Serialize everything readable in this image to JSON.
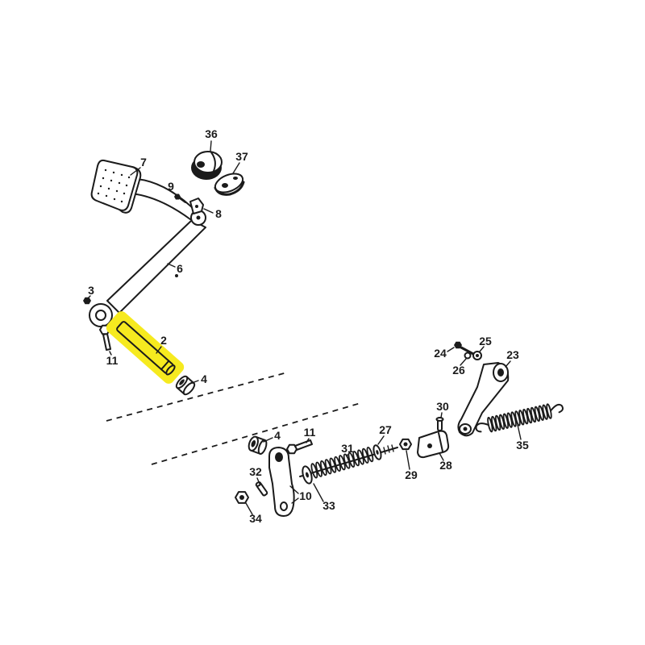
{
  "diagram": {
    "callouts": [
      "36",
      "37",
      "7",
      "9",
      "8",
      "6",
      "3",
      "2",
      "11",
      "4",
      "24",
      "25",
      "23",
      "26",
      "30",
      "27",
      "31",
      "11",
      "4",
      "35",
      "28",
      "29",
      "32",
      "10",
      "34",
      "33"
    ]
  },
  "colors": {
    "highlight": "#f6ea1f",
    "ink": "#1b1b1b",
    "background": "#ffffff"
  }
}
